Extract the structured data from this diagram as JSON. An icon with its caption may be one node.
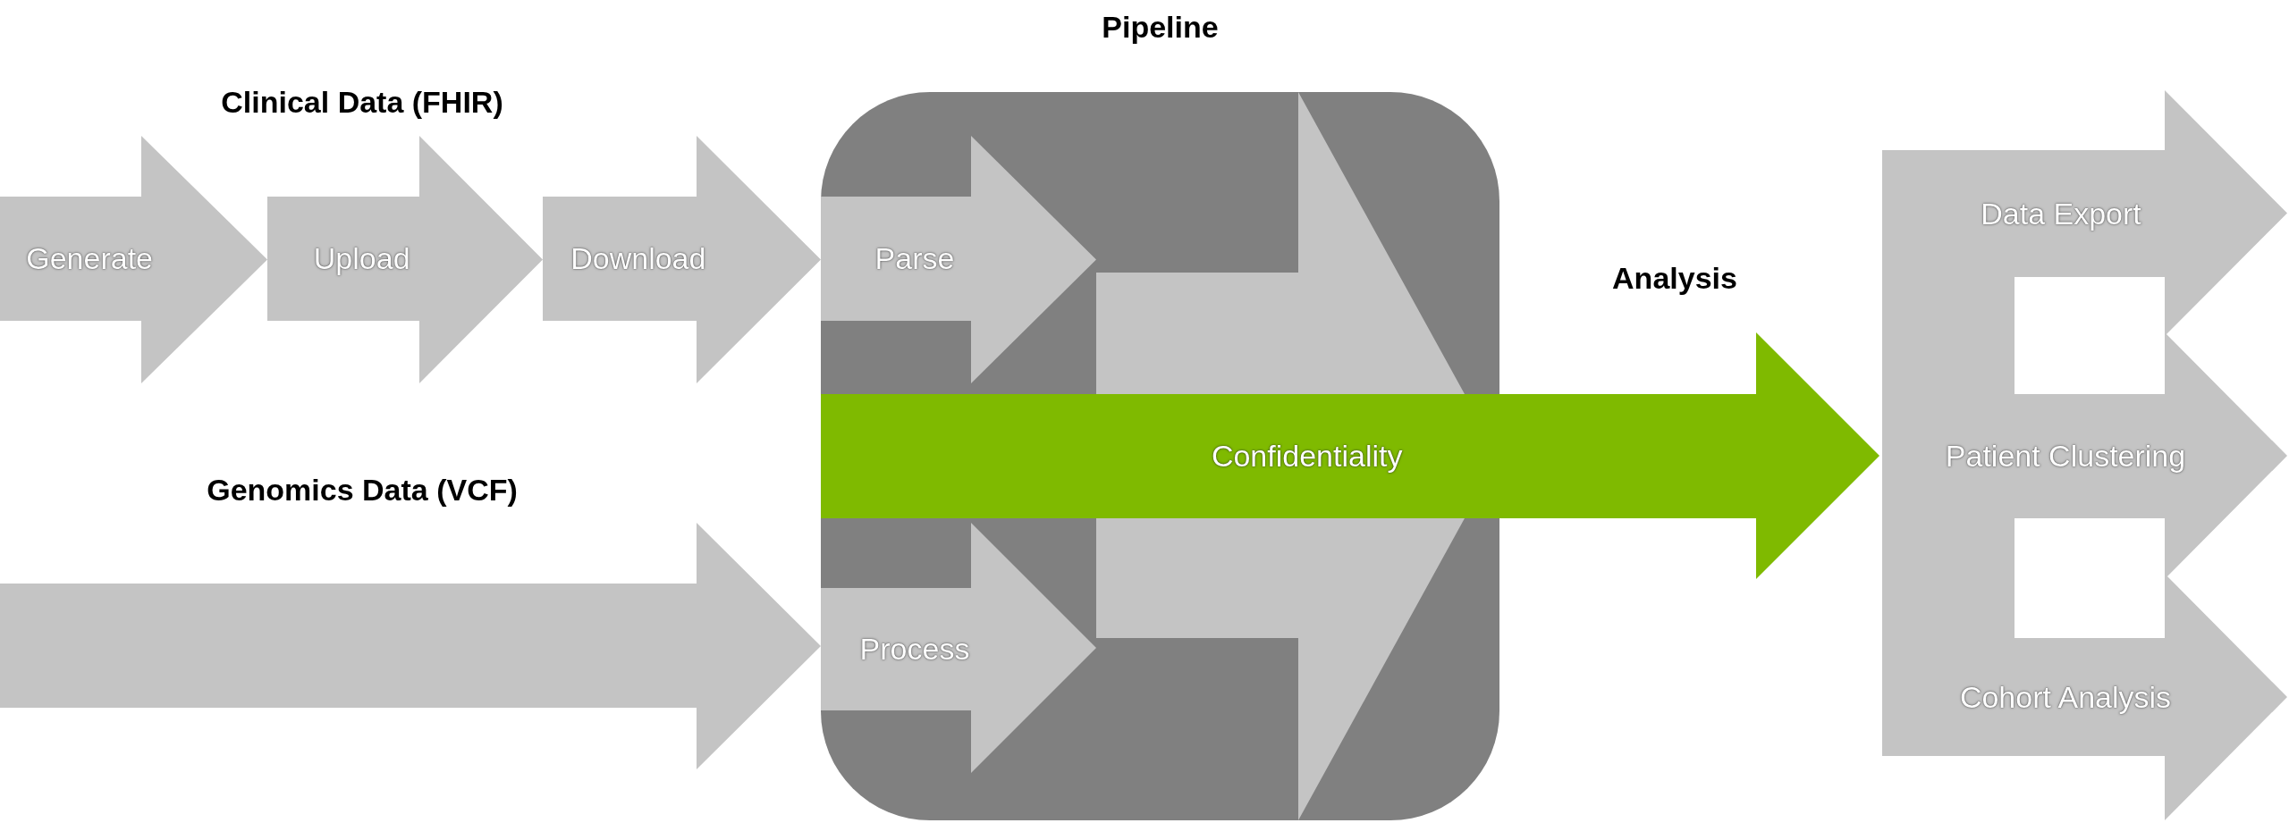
{
  "diagram": {
    "nodes": [
      {
        "text": [
          "Generate"
        ]
      },
      {
        "text": [
          "Upload"
        ]
      },
      {
        "text": [
          "Download"
        ]
      },
      {
        "text": [
          "Pipeline"
        ]
      },
      {
        "text": [
          "Parse"
        ],
        "in": 3
      },
      {
        "text": [],
        "shape": "arrow",
        "in": 3
      },
      {
        "text": [
          "Confidentiality"
        ]
      },
      {
        "text": [
          "Process"
        ],
        "in": 3
      },
      {
        "text": [],
        "shape": "arrow",
        "beside": [
          "Genomics Data (VCF)"
        ]
      },
      {
        "text": [],
        "shape": "bar"
      },
      {
        "text": [
          "Data Export"
        ]
      },
      {
        "text": [
          "Patient Clustering"
        ]
      },
      {
        "text": [
          "Cohort Analysis"
        ]
      }
    ],
    "labels": [
      "Clinical Data (FHIR)",
      "Analysis"
    ]
  }
}
